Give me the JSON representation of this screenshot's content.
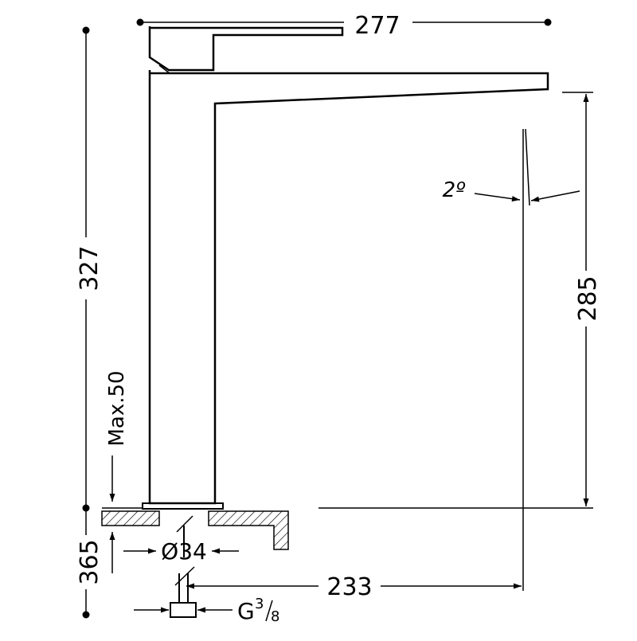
{
  "dimensions": {
    "total_width": "277",
    "total_height": "327",
    "spout_height": "285",
    "spout_reach": "233",
    "angle": "2º",
    "max_deck": "Max.50",
    "below_deck": "365",
    "hole_diameter": "Ø34",
    "connection_main": "G",
    "connection_num": "3",
    "connection_den": "8"
  },
  "colors": {
    "line": "#000000",
    "background": "#ffffff"
  }
}
